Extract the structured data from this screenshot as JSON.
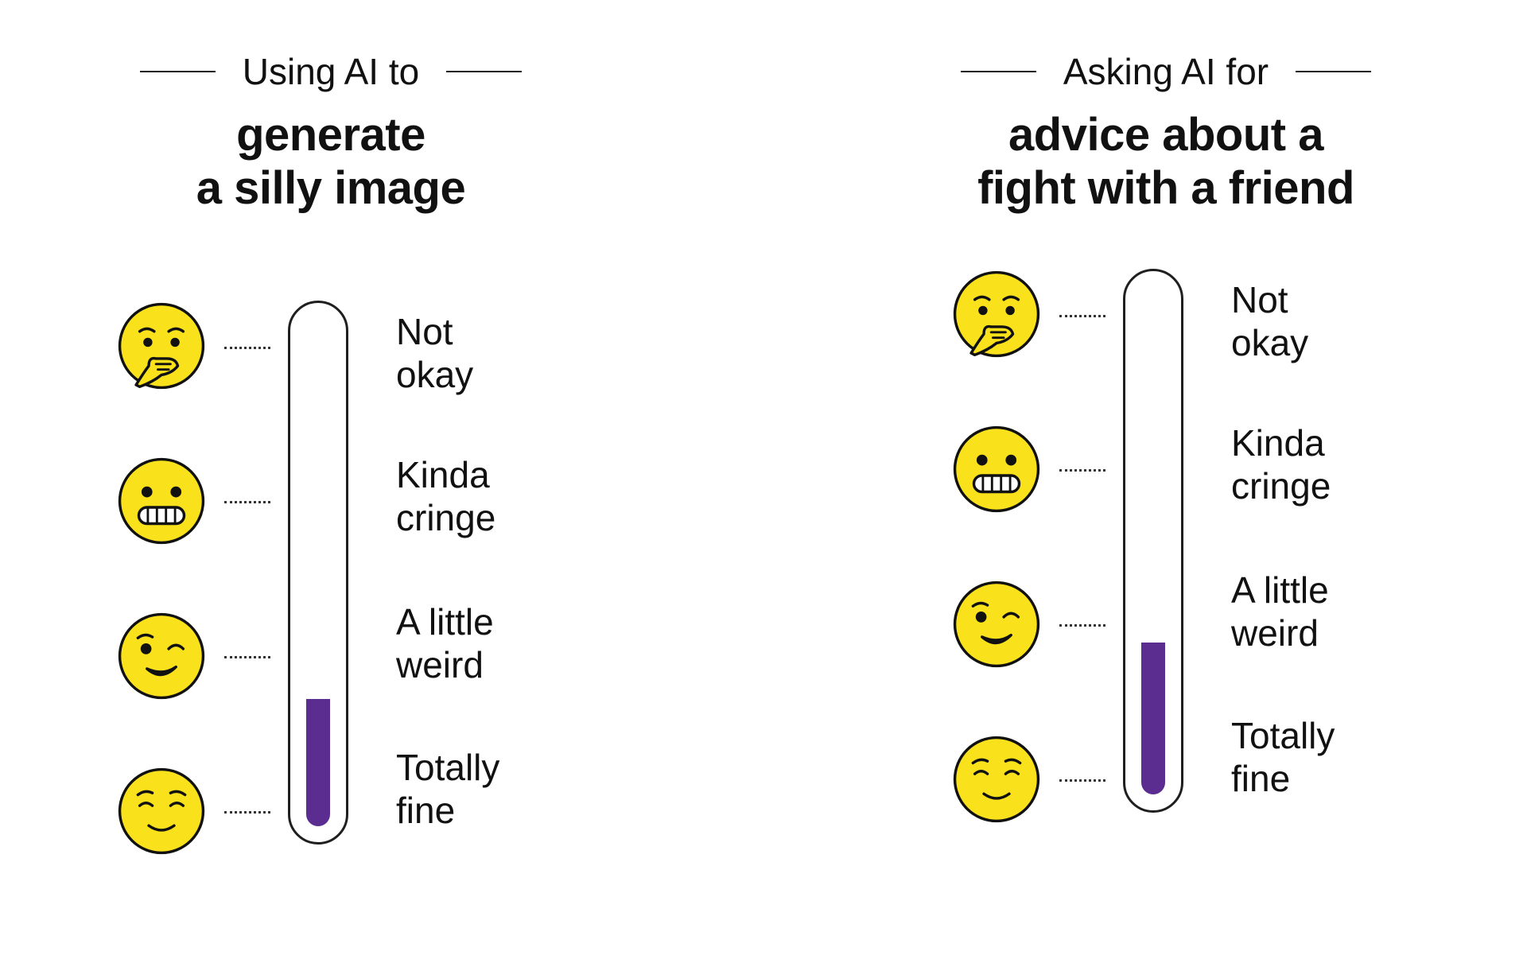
{
  "accent_fill_color": "#5b2d91",
  "face_color": "#f9e21b",
  "panels": [
    {
      "subtitle": "Using AI to",
      "title_lines": [
        "generate",
        "a silly image"
      ],
      "levels": [
        {
          "label_lines": [
            "Not",
            "okay"
          ],
          "icon": "hand-over-mouth-face-icon"
        },
        {
          "label_lines": [
            "Kinda",
            "cringe"
          ],
          "icon": "grimacing-face-icon"
        },
        {
          "label_lines": [
            "A little",
            "weird"
          ],
          "icon": "winking-face-icon"
        },
        {
          "label_lines": [
            "Totally",
            "fine"
          ],
          "icon": "relieved-face-icon"
        }
      ],
      "meter_fraction": 0.25
    },
    {
      "subtitle": "Asking AI for",
      "title_lines": [
        "advice about a",
        "fight with a friend"
      ],
      "levels": [
        {
          "label_lines": [
            "Not",
            "okay"
          ],
          "icon": "hand-over-mouth-face-icon"
        },
        {
          "label_lines": [
            "Kinda",
            "cringe"
          ],
          "icon": "grimacing-face-icon"
        },
        {
          "label_lines": [
            "A little",
            "weird"
          ],
          "icon": "winking-face-icon"
        },
        {
          "label_lines": [
            "Totally",
            "fine"
          ],
          "icon": "relieved-face-icon"
        }
      ],
      "meter_fraction": 0.3
    }
  ]
}
